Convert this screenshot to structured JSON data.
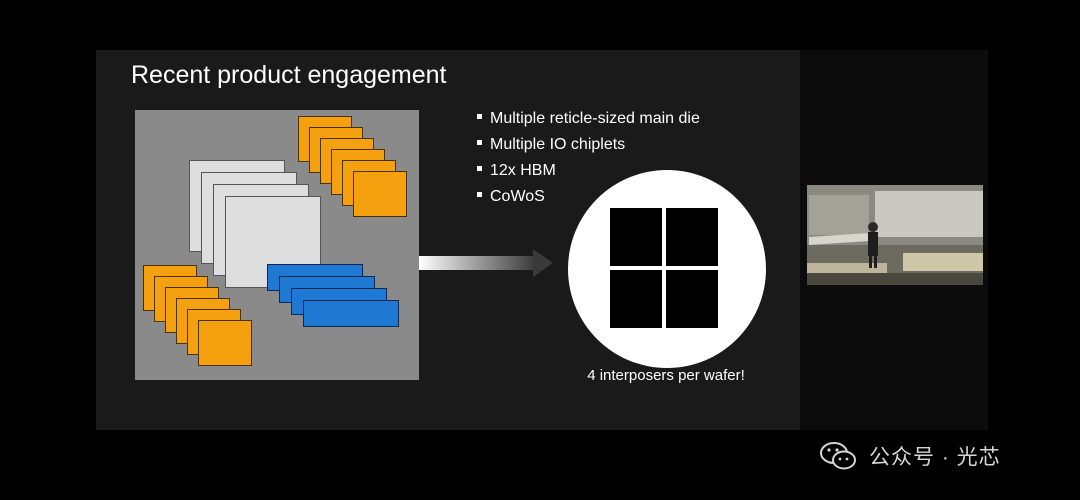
{
  "slide": {
    "title": "Recent product engagement",
    "bullets": [
      "Multiple reticle-sized main die",
      "Multiple IO chiplets",
      "12x HBM",
      "CoWoS"
    ],
    "wafer_caption": "4 interposers per wafer!"
  },
  "diagram": {
    "hbm_stack_count": 12,
    "main_die_count": 4,
    "io_chiplet_count": 4,
    "wafer_interposer_count": 4
  },
  "colors": {
    "hbm": "#f5a00f",
    "main_die": "#dedede",
    "io_chiplet": "#1f78d1",
    "package_substrate": "#8a8a8a",
    "slide_background": "#1a1a1a"
  },
  "video": {
    "description_icon": "presenter-video-icon"
  },
  "watermark": {
    "text": "公众号 · 光芯",
    "icon": "wechat-icon"
  }
}
